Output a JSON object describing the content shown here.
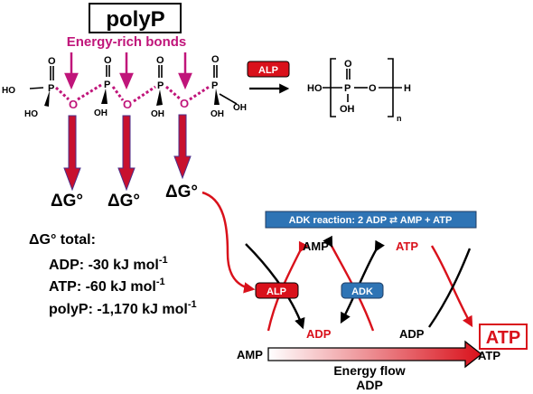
{
  "title": "polyP",
  "subtitle": "Energy-rich bonds",
  "atoms": {
    "O": "O",
    "P": "P",
    "OH": "OH",
    "HO": "HO",
    "H": "H",
    "n": "n"
  },
  "enzymes": {
    "alp": "ALP",
    "adk": "ADK"
  },
  "delta_g": {
    "symbol": "ΔG°",
    "header": "ΔG° total:",
    "values": [
      {
        "label": "ADP:",
        "value": "-30 kJ mol",
        "exp": "-1"
      },
      {
        "label": "ATP:",
        "value": "-60 kJ mol",
        "exp": "-1"
      },
      {
        "label": "polyP:",
        "value": "-1,170 kJ mol",
        "exp": "-1"
      }
    ]
  },
  "adk_reaction": "ADK reaction: 2 ADP ⇄ AMP + ATP",
  "cycle": {
    "amp": "AMP",
    "atp": "ATP",
    "adp": "ADP",
    "final": "ATP"
  },
  "energy_flow": {
    "start": "AMP",
    "end": "ATP",
    "label": "Energy flow",
    "sub": "ADP"
  },
  "colors": {
    "magenta": "#c0157a",
    "red": "#d9111b",
    "blue": "#2e74b5",
    "black": "#000000"
  }
}
